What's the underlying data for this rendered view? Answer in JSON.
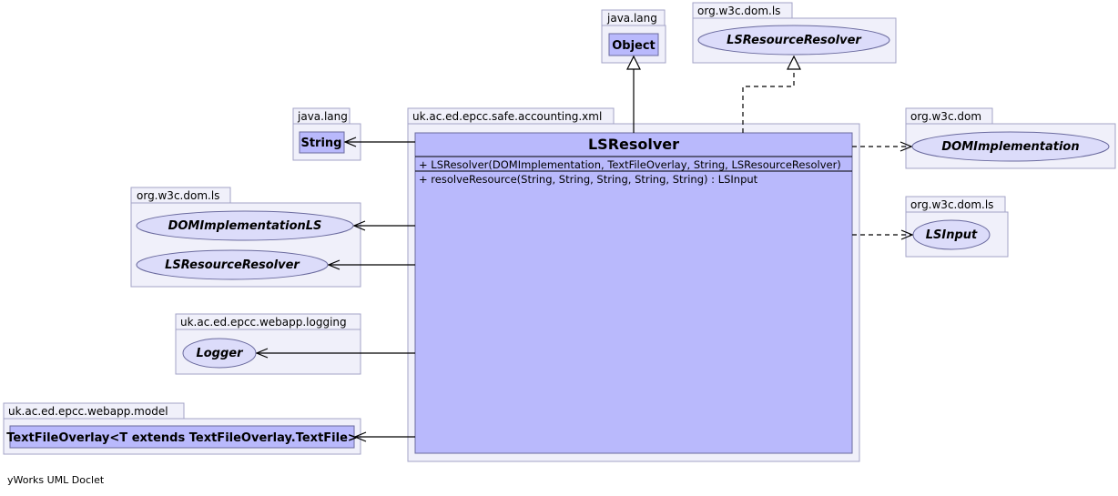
{
  "main_package": "uk.ac.ed.epcc.safe.accounting.xml",
  "main_class": {
    "name": "LSResolver",
    "constructors": [
      "+  LSResolver(DOMImplementation, TextFileOverlay, String, LSResourceResolver)"
    ],
    "methods": [
      "+  resolveResource(String, String, String, String, String) : LSInput"
    ]
  },
  "packages": {
    "java_lang_top": "java.lang",
    "w3c_ls_top": "org.w3c.dom.ls",
    "java_lang_left": "java.lang",
    "w3c_dom_right": "org.w3c.dom",
    "w3c_ls_left": "org.w3c.dom.ls",
    "w3c_ls_right": "org.w3c.dom.ls",
    "webapp_logging": "uk.ac.ed.epcc.webapp.logging",
    "webapp_model": "uk.ac.ed.epcc.webapp.model"
  },
  "types": {
    "object": "Object",
    "ls_resource_resolver_top": "LSResourceResolver",
    "string": "String",
    "dom_implementation": "DOMImplementation",
    "dom_implementation_ls": "DOMImplementationLS",
    "ls_resource_resolver_left": "LSResourceResolver",
    "ls_input": "LSInput",
    "logger": "Logger",
    "text_file_overlay": "TextFileOverlay<T extends TextFileOverlay.TextFile>"
  },
  "footer": "yWorks UML Doclet"
}
